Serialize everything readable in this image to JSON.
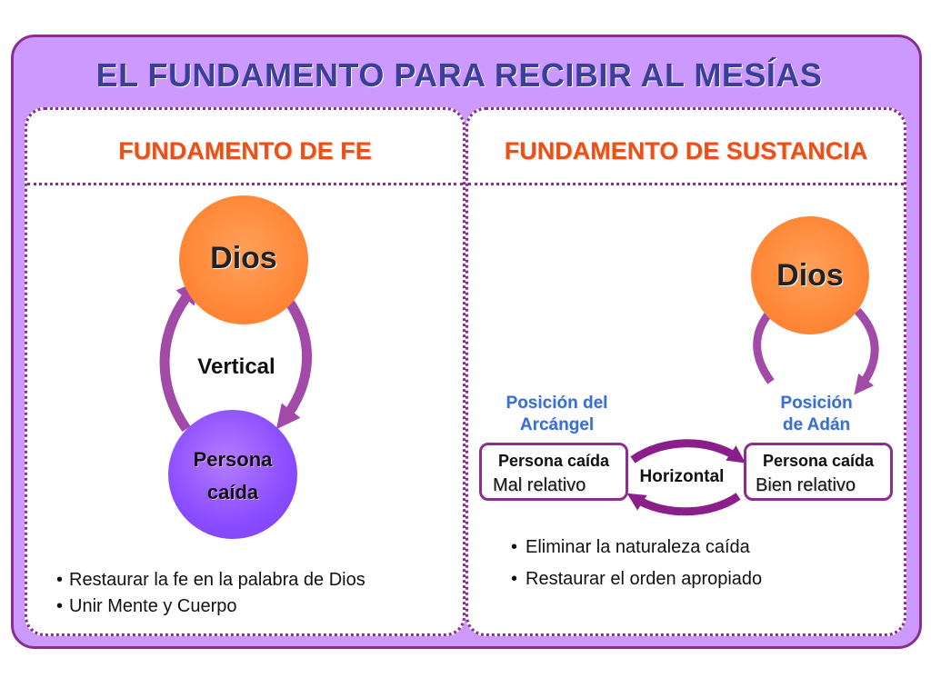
{
  "title": "EL FUNDAMENTO PARA RECIBIR AL MESÍAS",
  "left_panel": {
    "title": "FUNDAMENTO DE FE",
    "top_circle": "Dios",
    "bottom_circle_line1": "Persona",
    "bottom_circle_line2": "caída",
    "arrow_label": "Vertical",
    "bullets": [
      "Restaurar la fe en la palabra de Dios",
      "Unir Mente y Cuerpo"
    ]
  },
  "right_panel": {
    "title": "FUNDAMENTO DE SUSTANCIA",
    "top_circle": "Dios",
    "archangel_position_line1": "Posición del",
    "archangel_position_line2": "Arcángel",
    "adam_position_line1": "Posición",
    "adam_position_line2": "de Adán",
    "left_box_line1": "Persona caída",
    "left_box_line2": "Mal relativo",
    "right_box_line1": "Persona caída",
    "right_box_line2": "Bien relativo",
    "arrow_label": "Horizontal",
    "bullets": [
      "Eliminar la naturaleza caída",
      "Restaurar el orden apropiado"
    ]
  },
  "colors": {
    "frame": "#cc99ff",
    "border": "#8a2f8f",
    "title": "#3b3f99",
    "panel_title": "#e8501c",
    "orange_circle": "#ff8a3a",
    "purple_circle": "#8a4cff",
    "position_label": "#3a6fd0",
    "arrow": "#a24aa8"
  }
}
